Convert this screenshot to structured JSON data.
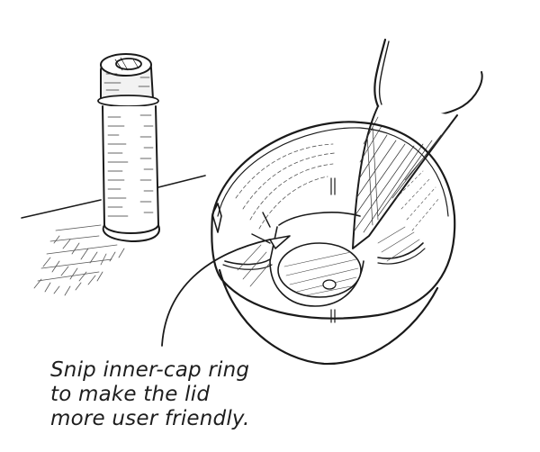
{
  "caption": {
    "lines": [
      "Snip inner-cap ring",
      "to make the lid",
      "more user friendly."
    ]
  },
  "illustration": {
    "subjects": [
      "spray-can",
      "table-edge",
      "cap-lid",
      "scissors-blade",
      "inner-cap-ring",
      "callout-arrow"
    ],
    "ink_color": "#1a1a1a",
    "background": "#ffffff"
  }
}
